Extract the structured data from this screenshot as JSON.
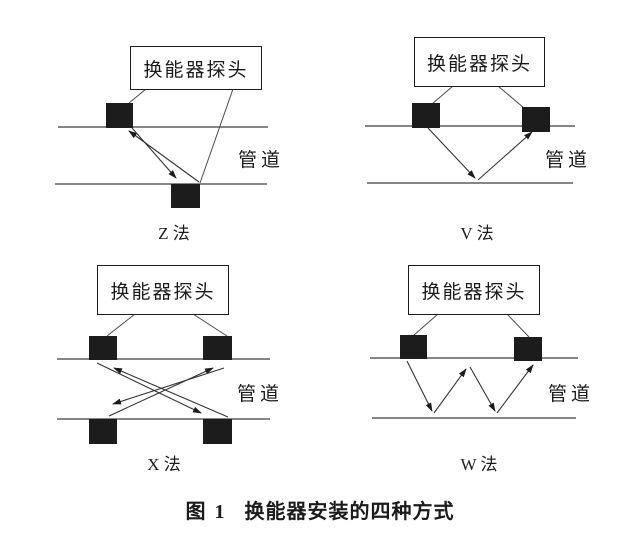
{
  "figure": {
    "caption": {
      "figure_no": "图 1",
      "title": "换能器安装的四种方式"
    },
    "probe_label": "换能器探头",
    "pipe_label": "管道",
    "methods": [
      {
        "name": "Z-method",
        "label": "Z 法"
      },
      {
        "name": "V-method",
        "label": "V 法"
      },
      {
        "name": "X-method",
        "label": "X 法"
      },
      {
        "name": "W-method",
        "label": "W 法"
      }
    ],
    "colors": {
      "ink": "#1b1b1b",
      "line": "#3d3d3d",
      "background": "#ffffff"
    }
  }
}
